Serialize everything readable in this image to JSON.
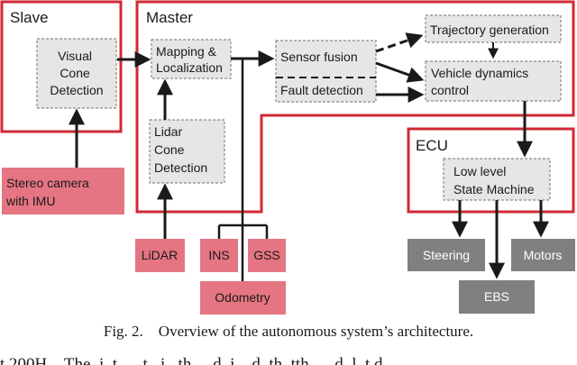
{
  "regions": {
    "slave": "Slave",
    "master": "Master",
    "ecu": "ECU"
  },
  "modules": {
    "visual_cone_detection": [
      "Visual",
      "Cone",
      "Detection"
    ],
    "mapping_localization": [
      "Mapping &",
      "Localization"
    ],
    "lidar_cone_detection": [
      "Lidar",
      "Cone",
      "Detection"
    ],
    "sensor_fusion": "Sensor fusion",
    "fault_detection": "Fault detection",
    "trajectory_generation": "Trajectory generation",
    "vehicle_dynamics_control": [
      "Vehicle dynamics",
      "control"
    ],
    "low_level_state_machine": [
      "Low level",
      "State Machine"
    ]
  },
  "sensors": {
    "stereo_camera": [
      "Stereo camera",
      "with IMU"
    ],
    "lidar": "LiDAR",
    "ins": "INS",
    "gss": "GSS",
    "odometry": "Odometry"
  },
  "actuators": {
    "steering": "Steering",
    "ebs": "EBS",
    "motors": "Motors"
  },
  "caption": "Fig. 2.    Overview of the autonomous system’s architecture.",
  "cut_text": "t 200H    The  i  t      t   i   th     d  i    d  th  tth      d  l  t d",
  "colors": {
    "region_border": "#d22a35",
    "sensor_fill": "#e57582",
    "actuator_fill": "#808080",
    "module_fill": "#e6e6e6",
    "module_border": "#8a8a8a",
    "arrow": "#1a1a1a"
  }
}
